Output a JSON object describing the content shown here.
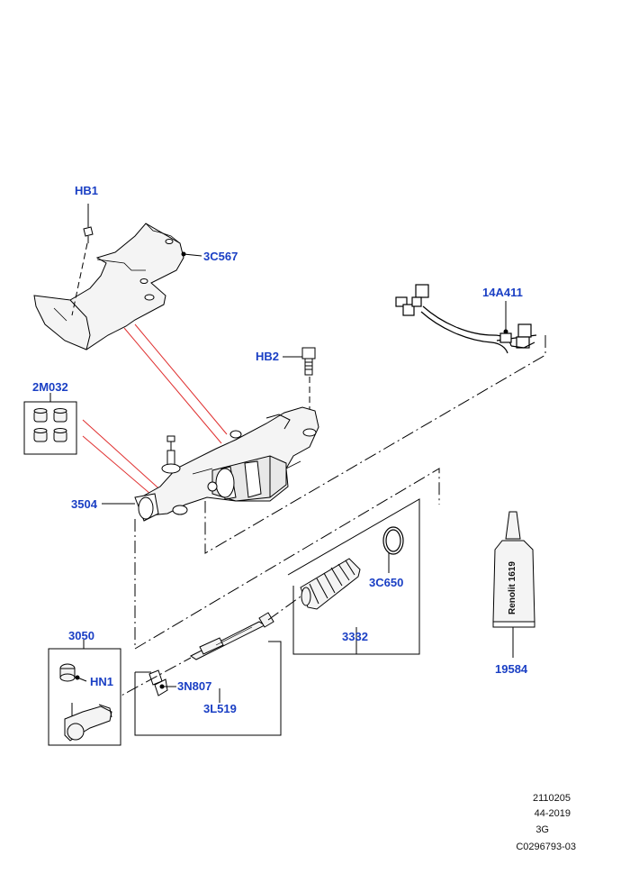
{
  "callouts": {
    "hb1": "HB1",
    "c3c567": "3C567",
    "a14a411": "14A411",
    "hb2": "HB2",
    "m2m032": "2M032",
    "p3504": "3504",
    "c3c650": "3C650",
    "p3050": "3050",
    "hn1": "HN1",
    "n3n807": "3N807",
    "l3l519": "3L519",
    "p3332": "3332",
    "p19584": "19584"
  },
  "tube_label": "Renolit 1619",
  "footer": {
    "line1": "2110205",
    "line2": "44-2019",
    "line3": "3G",
    "line4": "C0296793-03"
  },
  "colors": {
    "callout_text": "#1a3fc4",
    "line": "#000000",
    "red_line": "#e03030",
    "part_fill": "#f4f4f4"
  }
}
